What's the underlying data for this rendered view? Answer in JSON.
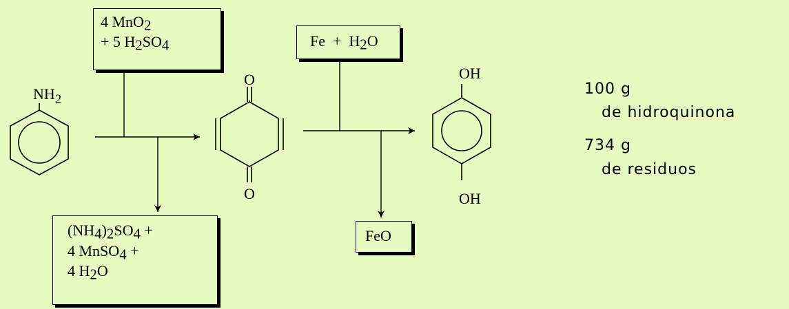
{
  "reagent_box": {
    "line1": {
      "pre": "4 MnO",
      "s1": "2",
      "mid": "",
      "s2": "",
      "post": ""
    },
    "line2": {
      "pre": "+ 5 H",
      "s1": "2",
      "mid": "SO",
      "s2": "4",
      "post": ""
    }
  },
  "catalyst_box": {
    "pre": "Fe  +  H",
    "s1": "2",
    "post": "O"
  },
  "waste_box": {
    "line1": {
      "a": "(NH",
      "s1": "4",
      "b": ")",
      "s2": "2",
      "c": "SO",
      "s3": "4",
      "d": " +"
    },
    "line2": {
      "a": "4 MnSO",
      "s1": "4",
      "b": " +"
    },
    "line3": {
      "a": "4 H",
      "s1": "2",
      "b": "O"
    }
  },
  "feo_box": {
    "label": "FeO"
  },
  "molecules": {
    "aniline_group": {
      "main": "NH",
      "sub": "2"
    },
    "quinone_top": "O",
    "quinone_bottom": "O",
    "hydroquinone_top": "OH",
    "hydroquinone_bottom": "OH"
  },
  "summary": {
    "product_mass": "100 g",
    "product_name": "de hidroquinona",
    "waste_mass": "734 g",
    "waste_name": "de residuos"
  }
}
